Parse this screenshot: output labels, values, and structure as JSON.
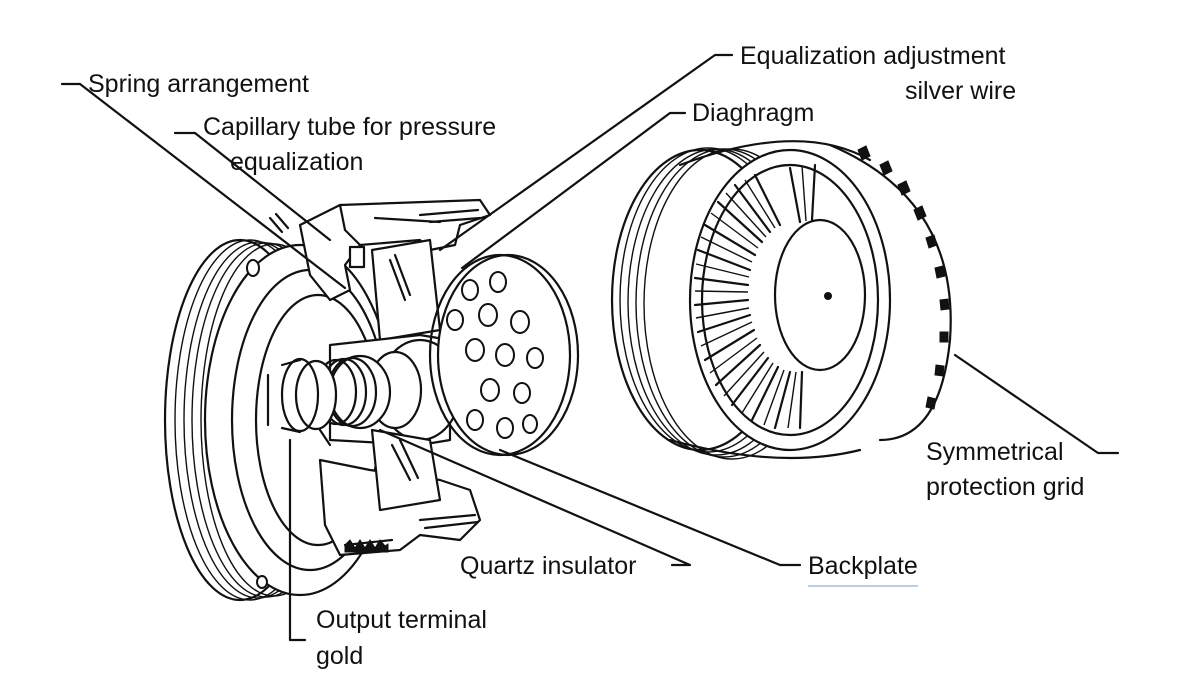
{
  "labels": {
    "spring": "Spring arrangement",
    "capillary_line1": "Capillary tube for pressure",
    "capillary_line2": "equalization",
    "equalization_line1": "Equalization adjustment",
    "equalization_line2": "silver wire",
    "diaphragm": "Diaghragm",
    "symmetrical_line1": "Symmetrical",
    "symmetrical_line2": "protection grid",
    "quartz": "Quartz insulator",
    "backplate": "Backplate",
    "output_line1": "Output terminal",
    "output_line2": "gold"
  },
  "colors": {
    "ink": "#111111",
    "background": "#ffffff",
    "underline": "#9ab0c8"
  }
}
